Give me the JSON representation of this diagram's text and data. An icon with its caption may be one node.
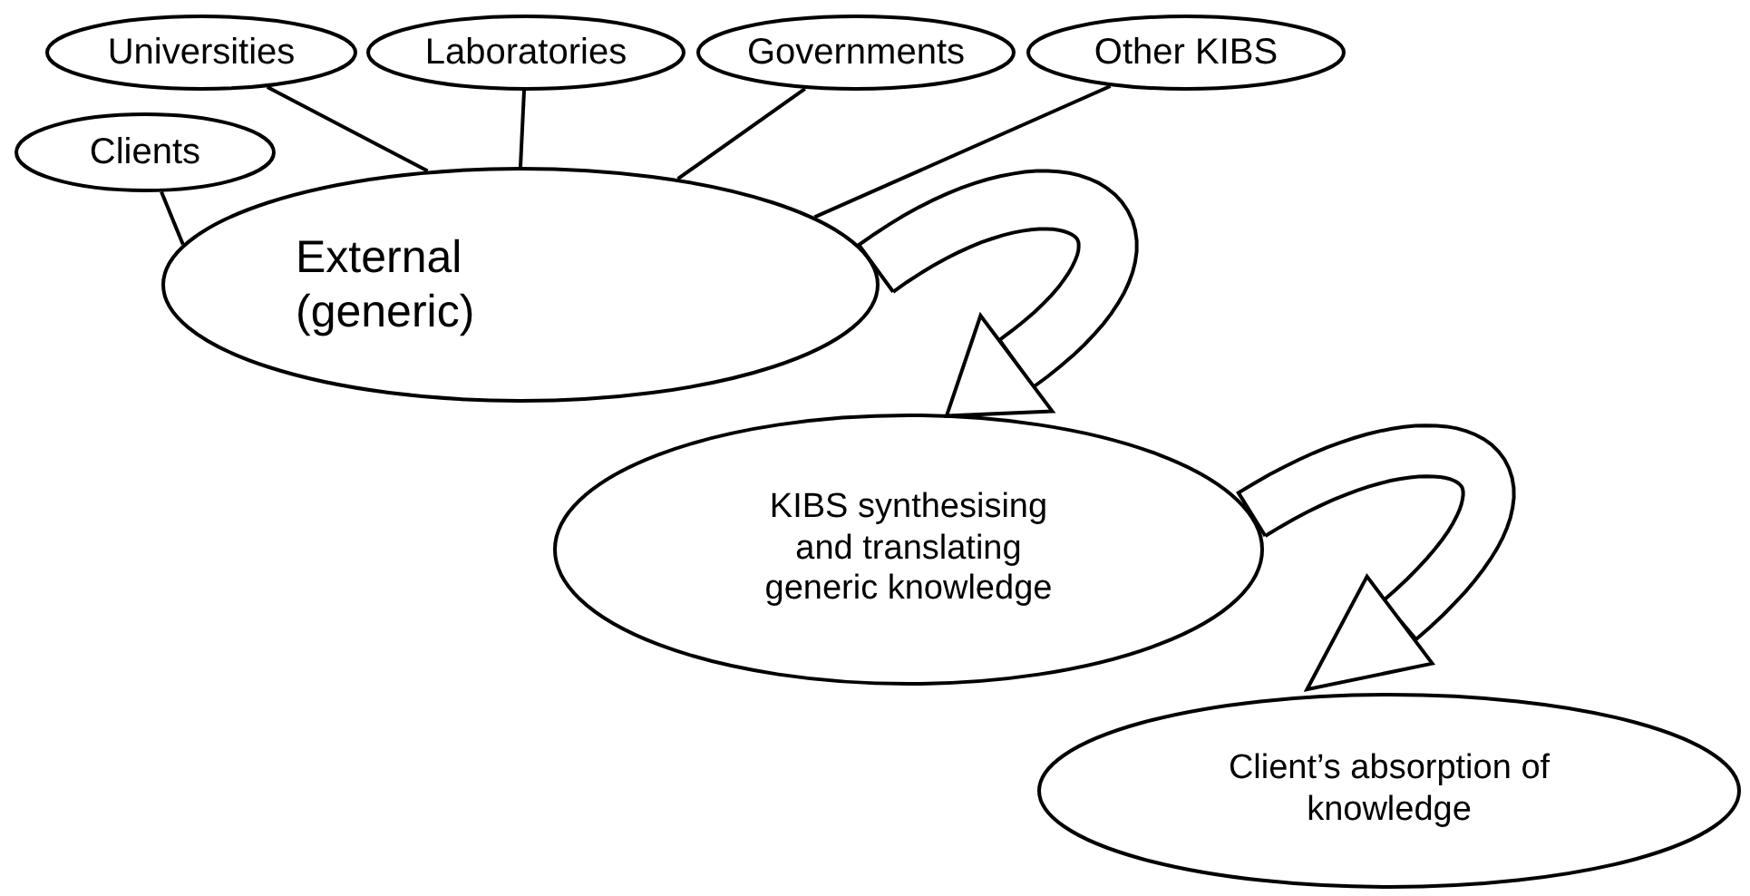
{
  "diagram": {
    "nodes": [
      {
        "text": [
          "Universities"
        ]
      },
      {
        "text": [
          "Laboratories"
        ]
      },
      {
        "text": [
          "Governments"
        ]
      },
      {
        "text": [
          "Other KIBS"
        ]
      },
      {
        "text": [
          "Clients"
        ]
      },
      {
        "text": [
          "External (generic)"
        ]
      },
      {
        "text": [
          "KIBS synthesising and translating generic knowledge"
        ]
      },
      {
        "text": [
          "Client’s absorption of knowledge"
        ]
      }
    ],
    "edges": [
      {
        "from": 0,
        "to": 5,
        "arrow": "none"
      },
      {
        "from": 1,
        "to": 5,
        "arrow": "none"
      },
      {
        "from": 2,
        "to": 5,
        "arrow": "none"
      },
      {
        "from": 3,
        "to": 5,
        "arrow": "none"
      },
      {
        "from": 4,
        "to": 5,
        "arrow": "none"
      },
      {
        "from": 5,
        "to": 6,
        "arrow": "to"
      },
      {
        "from": 6,
        "to": 7,
        "arrow": "to"
      }
    ]
  }
}
